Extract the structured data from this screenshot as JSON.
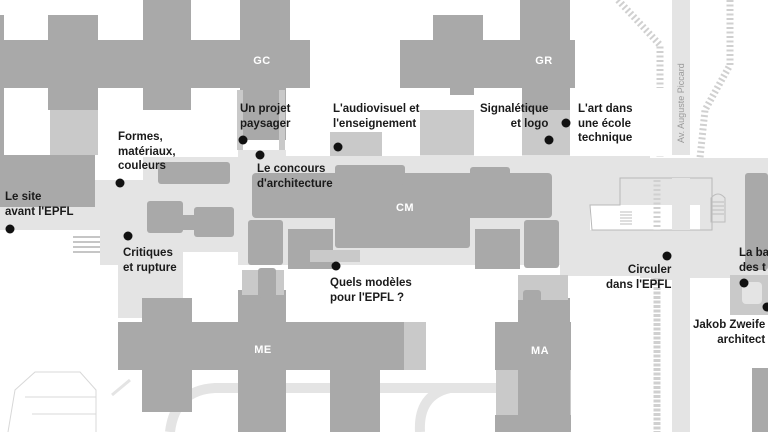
{
  "map": {
    "title": "EPFL campus map",
    "colors": {
      "building": "#a9a9a9",
      "corridor": "#e4e4e4",
      "mid_gray": "#c9c9c9",
      "background": "#ffffff",
      "marker": "#111111",
      "label_text": "#1a1a1a"
    },
    "buildings": [
      {
        "id": "GC",
        "label": "GC"
      },
      {
        "id": "GR",
        "label": "GR"
      },
      {
        "id": "CM",
        "label": "CM"
      },
      {
        "id": "ME",
        "label": "ME"
      },
      {
        "id": "MA",
        "label": "MA"
      }
    ],
    "street": "Av. Auguste Piccard",
    "points_of_interest": [
      {
        "id": "site-avant-epfl",
        "label": "Le site\navant l'EPFL"
      },
      {
        "id": "formes-materiaux",
        "label": "Formes,\nmatériaux,\ncouleurs"
      },
      {
        "id": "projet-paysager",
        "label": "Un projet\npaysager"
      },
      {
        "id": "concours-architecture",
        "label": "Le concours\nd'architecture"
      },
      {
        "id": "audiovisuel",
        "label": "L'audiovisuel et\nl'enseignement"
      },
      {
        "id": "signaletique",
        "label": "Signalétique\net logo"
      },
      {
        "id": "art-ecole",
        "label": "L'art dans\nune école\ntechnique"
      },
      {
        "id": "critiques",
        "label": "Critiques\net rupture"
      },
      {
        "id": "quels-modeles",
        "label": "Quels modèles\npour l'EPFL ?"
      },
      {
        "id": "circuler",
        "label": "Circuler\ndans l'EPFL"
      },
      {
        "id": "la-bataille",
        "label": "La ba\ndes t"
      },
      {
        "id": "jakob-zweifel",
        "label": "Jakob Zweife\narchitect"
      }
    ]
  }
}
